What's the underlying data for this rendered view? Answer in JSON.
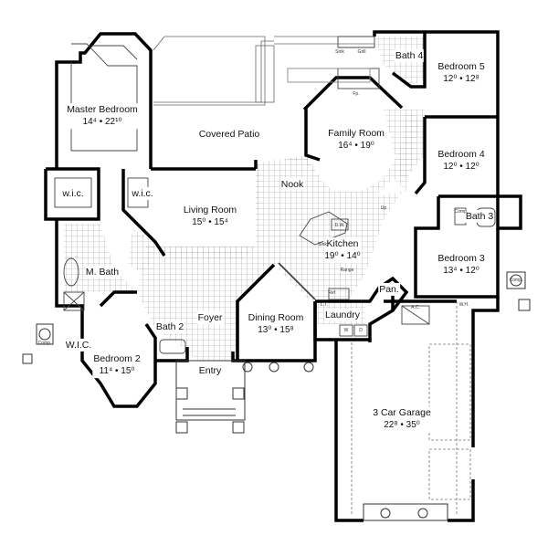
{
  "plan": {
    "rooms": [
      {
        "id": "master-bedroom",
        "name": "Master Bedroom",
        "dims": "14⁴  •  22¹⁰"
      },
      {
        "id": "covered-patio",
        "name": "Covered Patio",
        "dims": ""
      },
      {
        "id": "family-room",
        "name": "Family Room",
        "dims": "16⁴  •  19⁰"
      },
      {
        "id": "bedroom-5",
        "name": "Bedroom 5",
        "dims": "12⁰  •  12⁸"
      },
      {
        "id": "bath-4",
        "name": "Bath 4",
        "dims": ""
      },
      {
        "id": "bedroom-4",
        "name": "Bedroom 4",
        "dims": "12⁰  •  12⁰"
      },
      {
        "id": "bath-3",
        "name": "Bath 3",
        "dims": ""
      },
      {
        "id": "living-room",
        "name": "Living Room",
        "dims": "15⁰  •  15⁴"
      },
      {
        "id": "nook",
        "name": "Nook",
        "dims": ""
      },
      {
        "id": "kitchen",
        "name": "Kitchen",
        "dims": "19⁰  •  14⁰"
      },
      {
        "id": "bedroom-3",
        "name": "Bedroom 3",
        "dims": "13⁴  •  12⁰"
      },
      {
        "id": "m-bath",
        "name": "M. Bath",
        "dims": ""
      },
      {
        "id": "wic-left",
        "name": "w.i.c.",
        "dims": ""
      },
      {
        "id": "wic-right",
        "name": "w.i.c.",
        "dims": ""
      },
      {
        "id": "foyer",
        "name": "Foyer",
        "dims": ""
      },
      {
        "id": "bath-2",
        "name": "Bath 2",
        "dims": ""
      },
      {
        "id": "dining-room",
        "name": "Dining Room",
        "dims": "13⁰  •  15⁸"
      },
      {
        "id": "laundry",
        "name": "Laundry",
        "dims": ""
      },
      {
        "id": "pantry",
        "name": "Pan.",
        "dims": ""
      },
      {
        "id": "wic-bedroom-2",
        "name": "W.I.C.",
        "dims": ""
      },
      {
        "id": "bedroom-2",
        "name": "Bedroom 2",
        "dims": "11⁴  •  15⁰"
      },
      {
        "id": "entry",
        "name": "Entry",
        "dims": ""
      },
      {
        "id": "garage",
        "name": "3 Car Garage",
        "dims": "22⁸  •  35⁰"
      }
    ],
    "fixtures": {
      "sink": "Sink",
      "grill": "Grill",
      "fireplace": "Fp.",
      "dishwasher": "D.W.",
      "kitchen_sink": "Sink",
      "range": "Range",
      "refrigerator": "Ref.",
      "washer": "W",
      "dryer": "D",
      "ac": "A.C.",
      "water_heater": "W.H.",
      "comp_left": "Comp.",
      "comp_right": "Comp.",
      "comp_garage": "Comp.",
      "up": "Up",
      "linen": "L.T."
    },
    "colors": {
      "wall": "#000000",
      "line": "#555555",
      "tile": "#9a9a9a"
    }
  }
}
